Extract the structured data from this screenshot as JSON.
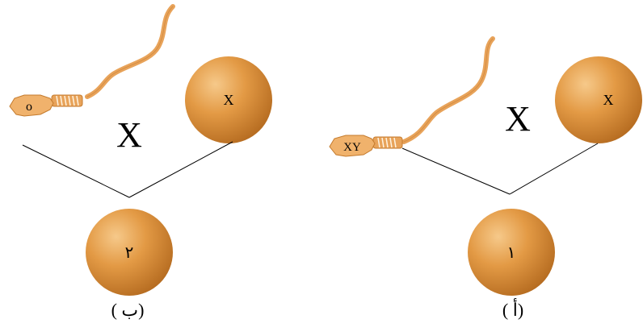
{
  "colors": {
    "sphere_light": "#f6c98a",
    "sphere_mid": "#e39a45",
    "sphere_dark": "#b46a1f",
    "sperm_body": "#e8a35a",
    "sperm_outline": "#c47a2c",
    "line": "#000000"
  },
  "panels": [
    {
      "id": "b",
      "cross_sign": "X",
      "egg_label": "X",
      "sperm_label": "o",
      "result_label": "٢",
      "caption": "( ب)"
    },
    {
      "id": "a",
      "cross_sign": "X",
      "egg_label": "X",
      "sperm_label": "XY",
      "result_label": "١",
      "caption": "( أ)"
    }
  ]
}
